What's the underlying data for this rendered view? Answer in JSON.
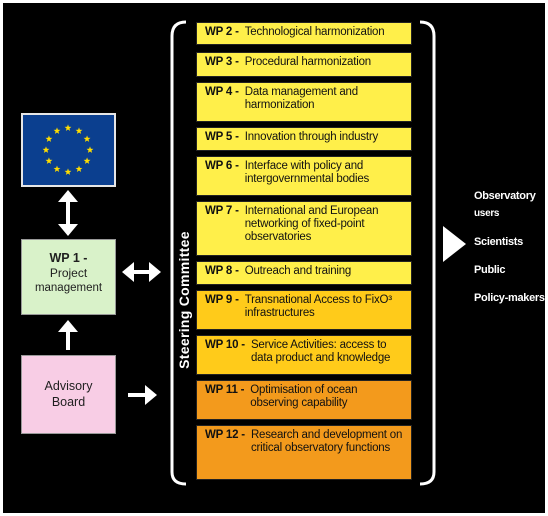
{
  "colors": {
    "background": "#000000",
    "wp_light_yellow": "#ffef4a",
    "wp_gold": "#ffcb1a",
    "wp_orange": "#f39a1c",
    "management_green": "#d9f2c9",
    "advisory_pink": "#f8cde5",
    "eu_blue": "#0b3f8f",
    "eu_star": "#ffdd00"
  },
  "eu_flag": {
    "icon": "eu-flag-icon"
  },
  "wp1": {
    "number": "WP 1 -",
    "line1": "Project",
    "line2": "management"
  },
  "advisory": {
    "line1": "Advisory",
    "line2": "Board"
  },
  "steering_label": "Steering Committee",
  "work_packages": [
    {
      "number": "WP 2 -",
      "title": "Technological harmonization",
      "color": "#ffef4a"
    },
    {
      "number": "WP 3 -",
      "title": "Procedural harmonization",
      "color": "#ffef4a"
    },
    {
      "number": "WP 4 -",
      "title": "Data management and harmonization",
      "color": "#ffef4a"
    },
    {
      "number": "WP 5 -",
      "title": "Innovation through industry",
      "color": "#ffef4a"
    },
    {
      "number": "WP 6 -",
      "title": "Interface with policy and intergovernmental bodies",
      "color": "#ffef4a"
    },
    {
      "number": "WP 7 -",
      "title": "International and European networking of fixed-point observatories",
      "color": "#ffef4a"
    },
    {
      "number": "WP 8 -",
      "title": "Outreach and training",
      "color": "#ffef4a"
    },
    {
      "number": "WP 9 -",
      "title": "Transnational Access to FixO³ infrastructures",
      "color": "#ffcb1a"
    },
    {
      "number": "WP 10 -",
      "title": "Service Activities: access to data product and knowledge",
      "color": "#ffcb1a"
    },
    {
      "number": "WP 11 -",
      "title": "Optimisation of ocean observing capability",
      "color": "#f39a1c"
    },
    {
      "number": "WP 12 -",
      "title": "Research and development on critical observatory functions",
      "color": "#f39a1c"
    }
  ],
  "audience": {
    "line1": "Observatory",
    "line2": "users",
    "items": [
      "Scientists",
      "Public",
      "Policy-makers"
    ]
  }
}
